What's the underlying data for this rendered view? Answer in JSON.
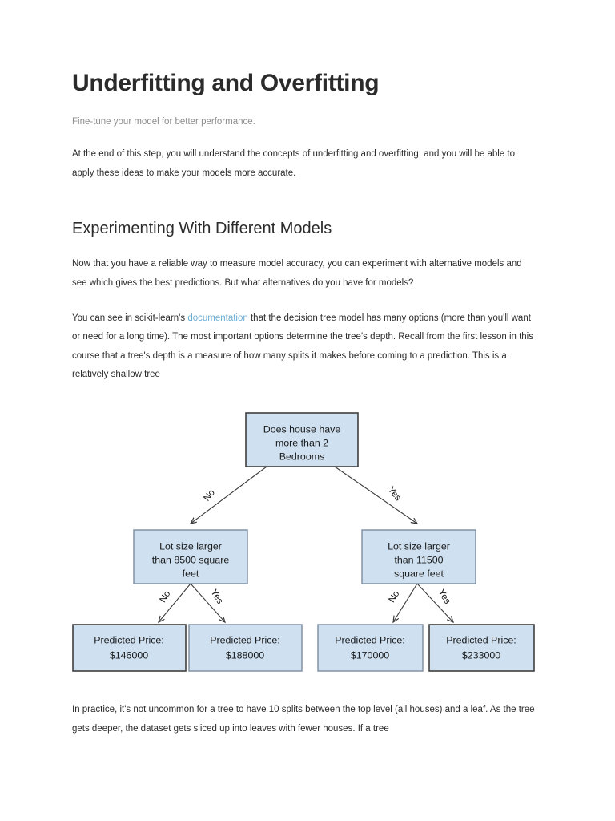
{
  "document": {
    "title": "Underfitting and Overfitting",
    "subtitle": "Fine-tune your model for better performance.",
    "intro_paragraph": "At the end of this step, you will understand the concepts of underfitting and overfitting, and you will be able to apply these ideas to make your models more accurate.",
    "section_title": "Experimenting With Different Models",
    "paragraph_1": "Now that you have a reliable way to measure model accuracy, you can experiment with alternative models and see which gives the best predictions. But what alternatives do you have for models?",
    "paragraph_2_part1": "You can see in scikit-learn's ",
    "paragraph_2_link": "documentation",
    "paragraph_2_part2": " that the decision tree model has many options (more than you'll want or need for a long time). The most important options determine the tree's depth. Recall from the first lesson in this course that a tree's depth is a measure of how many splits it makes before coming to a prediction. This is a relatively shallow tree",
    "closing_paragraph": "In practice, it's not uncommon for a tree to have 10 splits between the top level (all houses) and a leaf. As the tree gets deeper, the dataset gets sliced up into leaves with fewer houses. If a tree"
  },
  "colors": {
    "node_fill": "#cfe0f0",
    "node_border": "#7b8d9e",
    "link": "#6aaed6",
    "subtitle": "#8d8d8d",
    "text": "#2b2b2b"
  },
  "tree_diagram": {
    "type": "decision-tree",
    "root": {
      "line1": "Does house have",
      "line2": "more than 2",
      "line3": "Bedrooms"
    },
    "branch_left": {
      "line1": "Lot size larger",
      "line2": "than 8500 square",
      "line3": "feet"
    },
    "branch_right": {
      "line1": "Lot size larger",
      "line2": "than 11500",
      "line3": "square feet"
    },
    "leaves": [
      {
        "label": "Predicted Price:",
        "value": "$146000"
      },
      {
        "label": "Predicted Price:",
        "value": "$188000"
      },
      {
        "label": "Predicted Price:",
        "value": "$170000"
      },
      {
        "label": "Predicted Price:",
        "value": "$233000"
      }
    ],
    "edge_labels": {
      "root_no": "No",
      "root_yes": "Yes",
      "left_no": "No",
      "left_yes": "Yes",
      "right_no": "No",
      "right_yes": "Yes"
    }
  }
}
